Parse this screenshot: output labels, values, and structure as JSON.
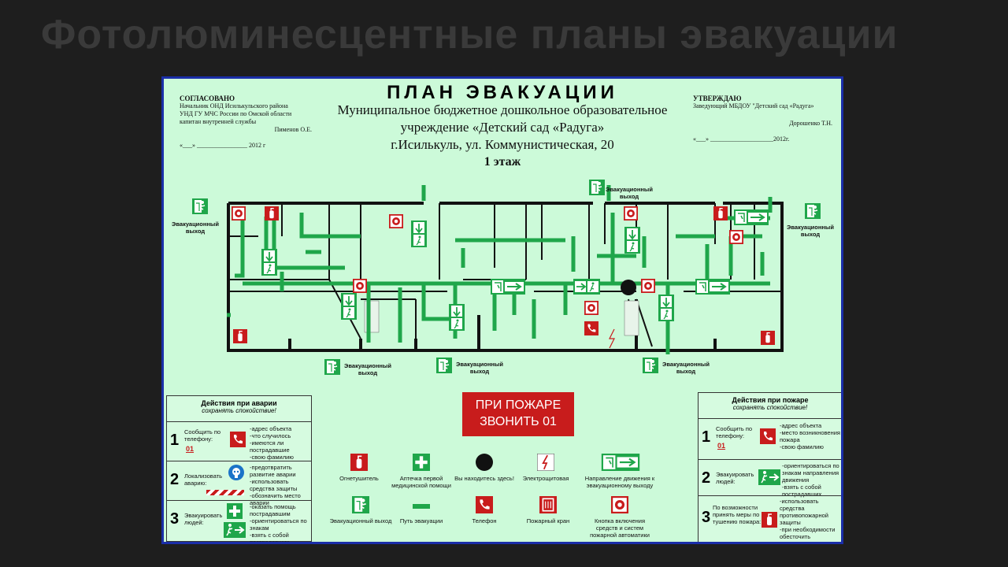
{
  "page_title": "Фотолюминесцентные планы эвакуации",
  "header": {
    "title": "ПЛАН ЭВАКУАЦИИ",
    "subtitle_1": "Муниципальное бюджетное дошкольное образовательное",
    "subtitle_2": "учреждение «Детский сад «Радуга»",
    "address": "г.Исилькуль, ул. Коммунистическая, 20",
    "floor": "1 этаж"
  },
  "approved_left": {
    "heading": "СОГЛАСОВАНО",
    "line1": "Начальник ОНД Исилькульского района",
    "line2": "УНД ГУ МЧС России по Омской области",
    "line3": "капитан внутренней службы",
    "name": "Пименов О.Е.",
    "date": "«___» ________________ 2012 г"
  },
  "approved_right": {
    "heading": "УТВЕРЖДАЮ",
    "line1": "Заведующий МБДОУ \"Детский сад «Радуга»",
    "name": "Дорошенко Т.Н.",
    "date": "«___» ____________________2012г."
  },
  "exit_label_1": "Эвакуационный",
  "exit_label_2": "выход",
  "fire_call": {
    "line1": "ПРИ ПОЖАРЕ",
    "line2": "ЗВОНИТЬ 01"
  },
  "accident_box": {
    "title": "Действия при аварии",
    "subtitle": "сохранять спокойствие!",
    "step1": {
      "num": "1",
      "label": "Сообщить по телефону:",
      "phone": "01",
      "text": "-адрес объекта\n-что случилось\n-имеются ли пострадавшие\n-свою фамилию"
    },
    "step2": {
      "num": "2",
      "label": "Локализовать аварию:",
      "text": "-предотвратить развитие аварии\n-использовать средства защиты\n-обозначить место аварии"
    },
    "step3": {
      "num": "3",
      "label": "Эвакуировать людей:",
      "text": "-оказать помощь пострадавшим\n-ориентироваться по знакам\n-взять с собой пострадавших"
    }
  },
  "fire_box": {
    "title": "Действия при пожаре",
    "subtitle": "сохранять спокойствие!",
    "step1": {
      "num": "1",
      "label": "Сообщить по телефону:",
      "phone": "01",
      "text": "-адрес объекта\n-место возникновения пожара\n-свою фамилию"
    },
    "step2": {
      "num": "2",
      "label": "Эвакуировать людей:",
      "text": "-ориентироваться по знакам направления движения\n-взять с собой пострадавших"
    },
    "step3": {
      "num": "3",
      "label": "По возможности принять меры по тушению пожара:",
      "text": "-использовать средства противопожарной защиты\n-при необходимости обесточить помещение"
    }
  },
  "legend": {
    "extinguisher": "Огнетушитель",
    "first_aid": "Аптечка первой медицинской помощи",
    "you_are_here": "Вы находитесь здесь!",
    "electric": "Электрощитовая",
    "direction": "Направление движения к эвакуационному выходу",
    "exit": "Эвакуационный выход",
    "path": "Путь эвакуации",
    "phone": "Телефон",
    "hydrant": "Пожарный кран",
    "button": "Кнопка включения средств и систем пожарной автоматики"
  },
  "colors": {
    "green": "#1fa64a",
    "red": "#c81c1c",
    "background": "#ccfad9",
    "border": "#1a2ea8"
  }
}
